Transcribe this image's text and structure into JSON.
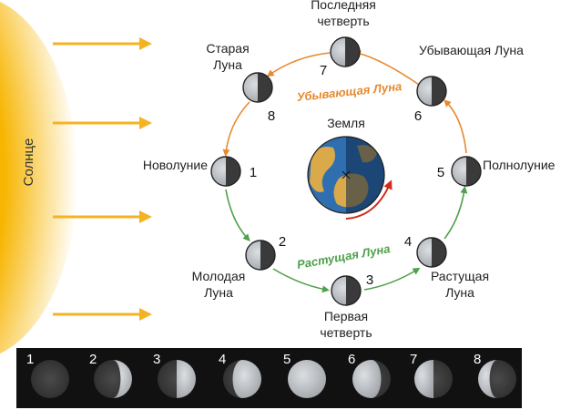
{
  "sun": {
    "label": "Солнце"
  },
  "earth": {
    "label": "Земля"
  },
  "arc_labels": {
    "waning": "Убывающая Луна",
    "waxing": "Растущая Луна"
  },
  "orbit_phases": [
    {
      "number": "1",
      "label_lines": [
        "Новолуние"
      ]
    },
    {
      "number": "2",
      "label_lines": [
        "Молодая",
        "Луна"
      ]
    },
    {
      "number": "3",
      "label_lines": [
        "Первая",
        "четверть"
      ]
    },
    {
      "number": "4",
      "label_lines": [
        "Растущая",
        "Луна"
      ]
    },
    {
      "number": "5",
      "label_lines": [
        "Полнолуние"
      ]
    },
    {
      "number": "6",
      "label_lines": [
        "Убывающая Луна"
      ]
    },
    {
      "number": "7",
      "label_lines": [
        "Последняя",
        "четверть"
      ]
    },
    {
      "number": "8",
      "label_lines": [
        "Старая",
        "Луна"
      ]
    }
  ],
  "strip_phases": [
    {
      "number": "1"
    },
    {
      "number": "2"
    },
    {
      "number": "3"
    },
    {
      "number": "4"
    },
    {
      "number": "5"
    },
    {
      "number": "6"
    },
    {
      "number": "7"
    },
    {
      "number": "8"
    }
  ],
  "colors": {
    "sun": "#f7b500",
    "sun_rays": "#f5b324",
    "waning_arc": "#e8892e",
    "waxing_arc": "#4fa04a",
    "rotation_arrow": "#d42b1e",
    "strip_bg": "#111111",
    "moon_lit": "#b9bcc0",
    "moon_dark": "#3a3a3a",
    "earth_ocean": "#2f6fb0",
    "earth_land": "#d9a94a"
  }
}
